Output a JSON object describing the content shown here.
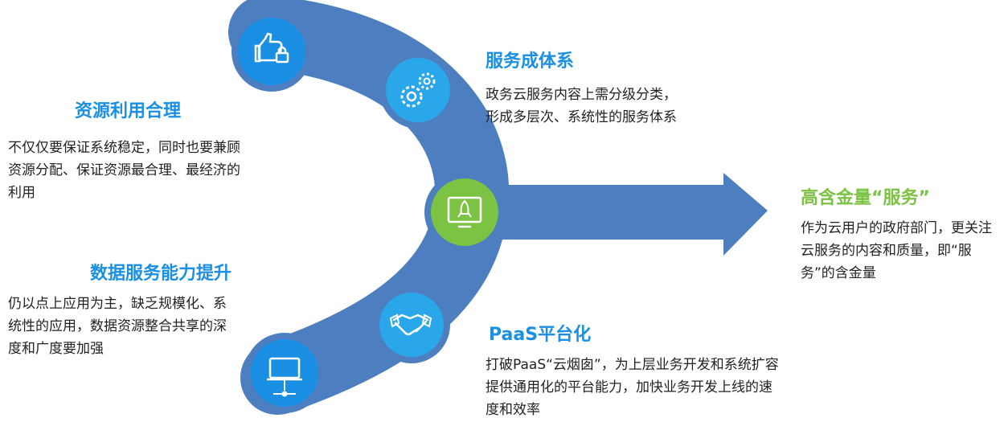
{
  "colors": {
    "arc": "#4d7fc0",
    "title_blue": "#1a8fe3",
    "title_green": "#7cc243",
    "circle_top": "#1a8fe3",
    "circle_gear": "#2aa7ea",
    "circle_center": "#7cc243",
    "circle_hand": "#2aa7ea",
    "circle_bottom": "#1a8fe3",
    "text": "#222222"
  },
  "icons": [
    "thumbs-up-lock-icon",
    "gears-icon",
    "rocket-monitor-icon",
    "handshake-icon",
    "laptop-network-icon"
  ],
  "left_top": {
    "title": "资源利用合理",
    "text": "不仅仅要保证系统稳定，同时也要兼顾资源分配、保证资源最合理、最经济的利用"
  },
  "left_bottom": {
    "title": "数据服务能力提升",
    "text": "仍以点上应用为主，缺乏规模化、系统性的应用，数据资源整合共享的深度和广度要加强"
  },
  "right_top": {
    "title": "服务成体系",
    "text": "政务云服务内容上需分级分类，形成多层次、系统性的服务体系"
  },
  "right_bottom": {
    "title": "PaaS平台化",
    "text": "打破PaaS“云烟囱”，为上层业务开发和系统扩容提供通用化的平台能力，加快业务开发上线的速度和效率"
  },
  "goal": {
    "title": "高含金量“服务”",
    "text": "作为云用户的政府部门，更关注云服务的内容和质量，即“服务”的含金量"
  }
}
